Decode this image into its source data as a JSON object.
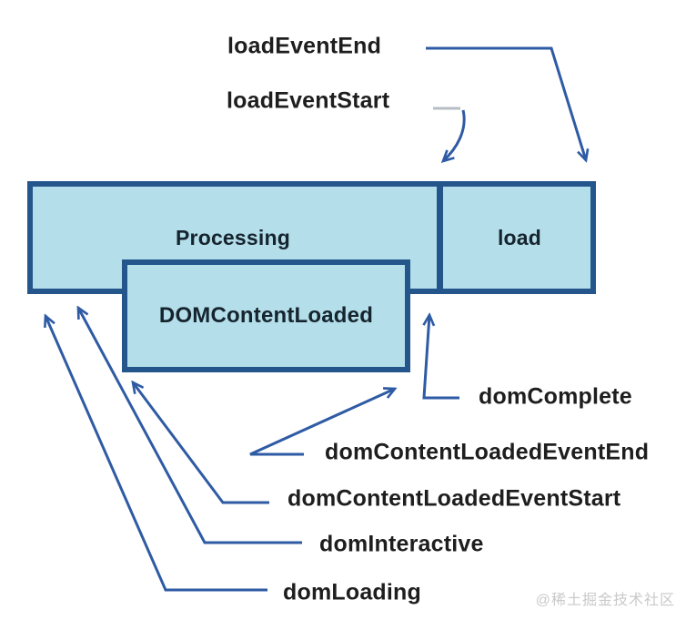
{
  "boxes": {
    "processing": {
      "label": "Processing"
    },
    "load": {
      "label": "load"
    },
    "domContentLoaded": {
      "label": "DOMContentLoaded"
    }
  },
  "annotations": {
    "loadEventEnd": {
      "text": "loadEventEnd"
    },
    "loadEventStart": {
      "text": "loadEventStart"
    },
    "domComplete": {
      "text": "domComplete"
    },
    "domContentLoadedEventEnd": {
      "text": "domContentLoadedEventEnd"
    },
    "domContentLoadedEventStart": {
      "text": "domContentLoadedEventStart"
    },
    "domInteractive": {
      "text": "domInteractive"
    },
    "domLoading": {
      "text": "domLoading"
    }
  },
  "watermark": {
    "text": "@稀土掘金技术社区"
  },
  "colors": {
    "box_fill": "#b3deea",
    "box_border": "#24568c",
    "arrow": "#2f5ba4",
    "arrow_stub_gray": "#b7bdc5",
    "label_text": "#1e1e1e",
    "box_label_text": "#16242e",
    "watermark_text": "#c9c9c9"
  }
}
